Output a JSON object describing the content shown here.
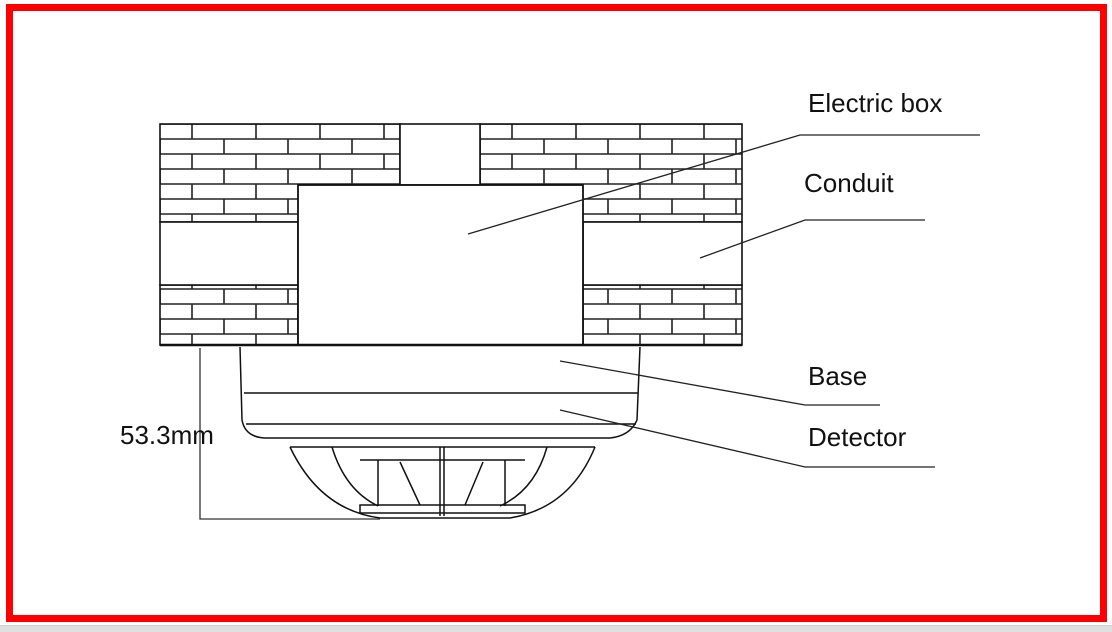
{
  "diagram": {
    "labels": {
      "electric_box": "Electric box",
      "conduit": "Conduit",
      "base": "Base",
      "detector": "Detector",
      "dimension": "53.3mm"
    },
    "colors": {
      "frame": "#ff0000",
      "line": "#111111"
    }
  }
}
